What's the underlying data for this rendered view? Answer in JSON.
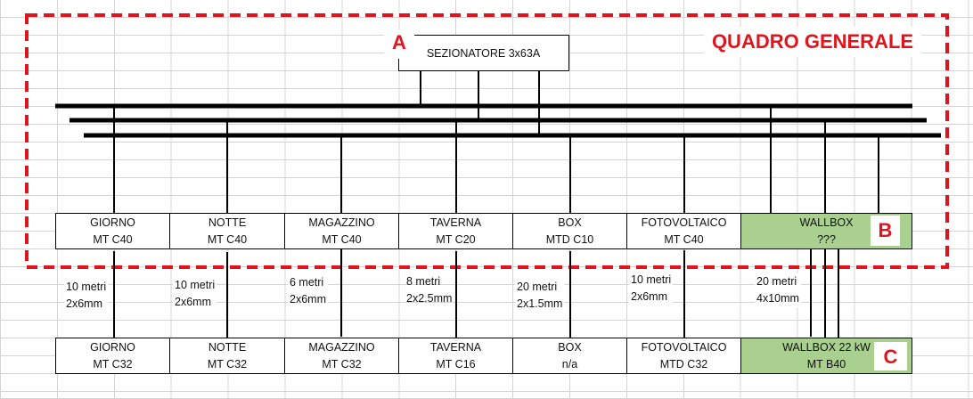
{
  "title": "QUADRO GENERALE",
  "main_switch": {
    "label": "SEZIONATORE 3x63A",
    "marker": "A"
  },
  "upper_breakers": [
    {
      "name": "GIORNO",
      "rating": "MT C40"
    },
    {
      "name": "NOTTE",
      "rating": "MT C40"
    },
    {
      "name": "MAGAZZINO",
      "rating": "MT C40"
    },
    {
      "name": "TAVERNA",
      "rating": "MT C20"
    },
    {
      "name": "BOX",
      "rating": "MTD C10"
    },
    {
      "name": "FOTOVOLTAICO",
      "rating": "MT C40"
    },
    {
      "name": "WALLBOX",
      "rating": "???",
      "marker": "B"
    }
  ],
  "cables": [
    {
      "length": "10 metri",
      "section": "2x6mm"
    },
    {
      "length": "10 metri",
      "section": "2x6mm"
    },
    {
      "length": "6 metri",
      "section": "2x6mm"
    },
    {
      "length": "8 metri",
      "section": "2x2.5mm"
    },
    {
      "length": "20 metri",
      "section": "2x1.5mm"
    },
    {
      "length": "10 metri",
      "section": "2x6mm"
    },
    {
      "length": "20 metri",
      "section": "4x10mm"
    }
  ],
  "lower_breakers": [
    {
      "name": "GIORNO",
      "rating": "MT C32"
    },
    {
      "name": "NOTTE",
      "rating": "MT C32"
    },
    {
      "name": "MAGAZZINO",
      "rating": "MT C32"
    },
    {
      "name": "TAVERNA",
      "rating": "MT C16"
    },
    {
      "name": "BOX",
      "rating": "n/a"
    },
    {
      "name": "FOTOVOLTAICO",
      "rating": "MTD C32"
    },
    {
      "name": "WALLBOX 22 kW",
      "rating": "MT B40",
      "marker": "C"
    }
  ],
  "colors": {
    "accent_red": "#e0141c",
    "wallbox_green": "#a9d08e"
  }
}
